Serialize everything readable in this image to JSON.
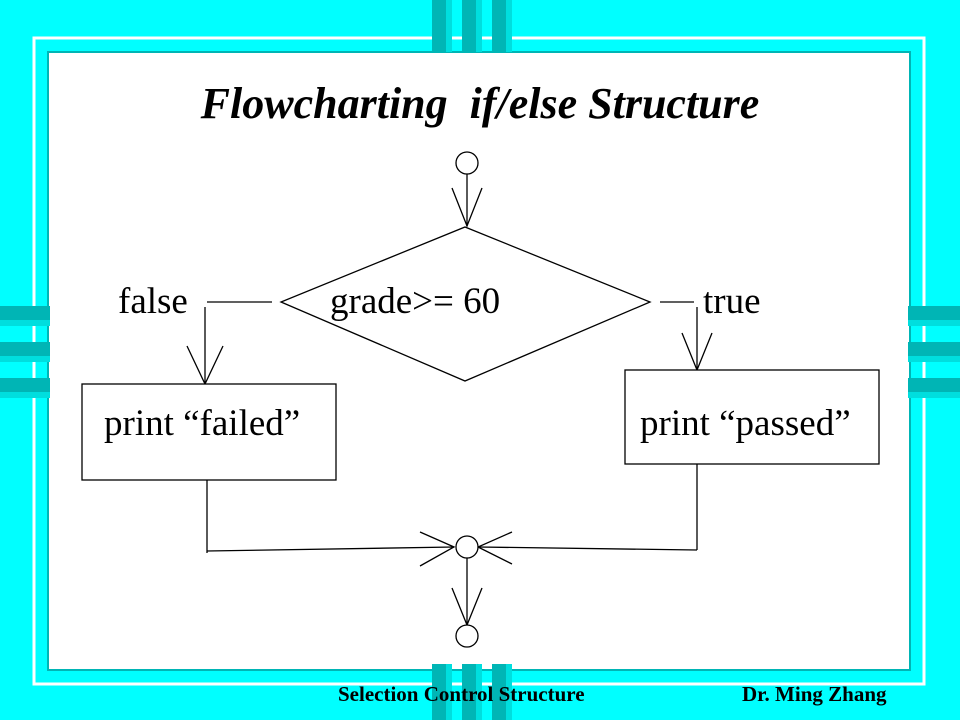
{
  "slide": {
    "title": "Flowcharting  if/else Structure",
    "footer_left": "Selection Control Structure",
    "footer_right": "Dr. Ming Zhang"
  },
  "flowchart": {
    "decision": "grade>= 60",
    "false_label": "false",
    "true_label": "true",
    "false_action": "print “failed”",
    "true_action": "print “passed”"
  },
  "colors": {
    "background": "#00ffff",
    "panel": "#ffffff",
    "accent_dark": "#00b5b5"
  }
}
